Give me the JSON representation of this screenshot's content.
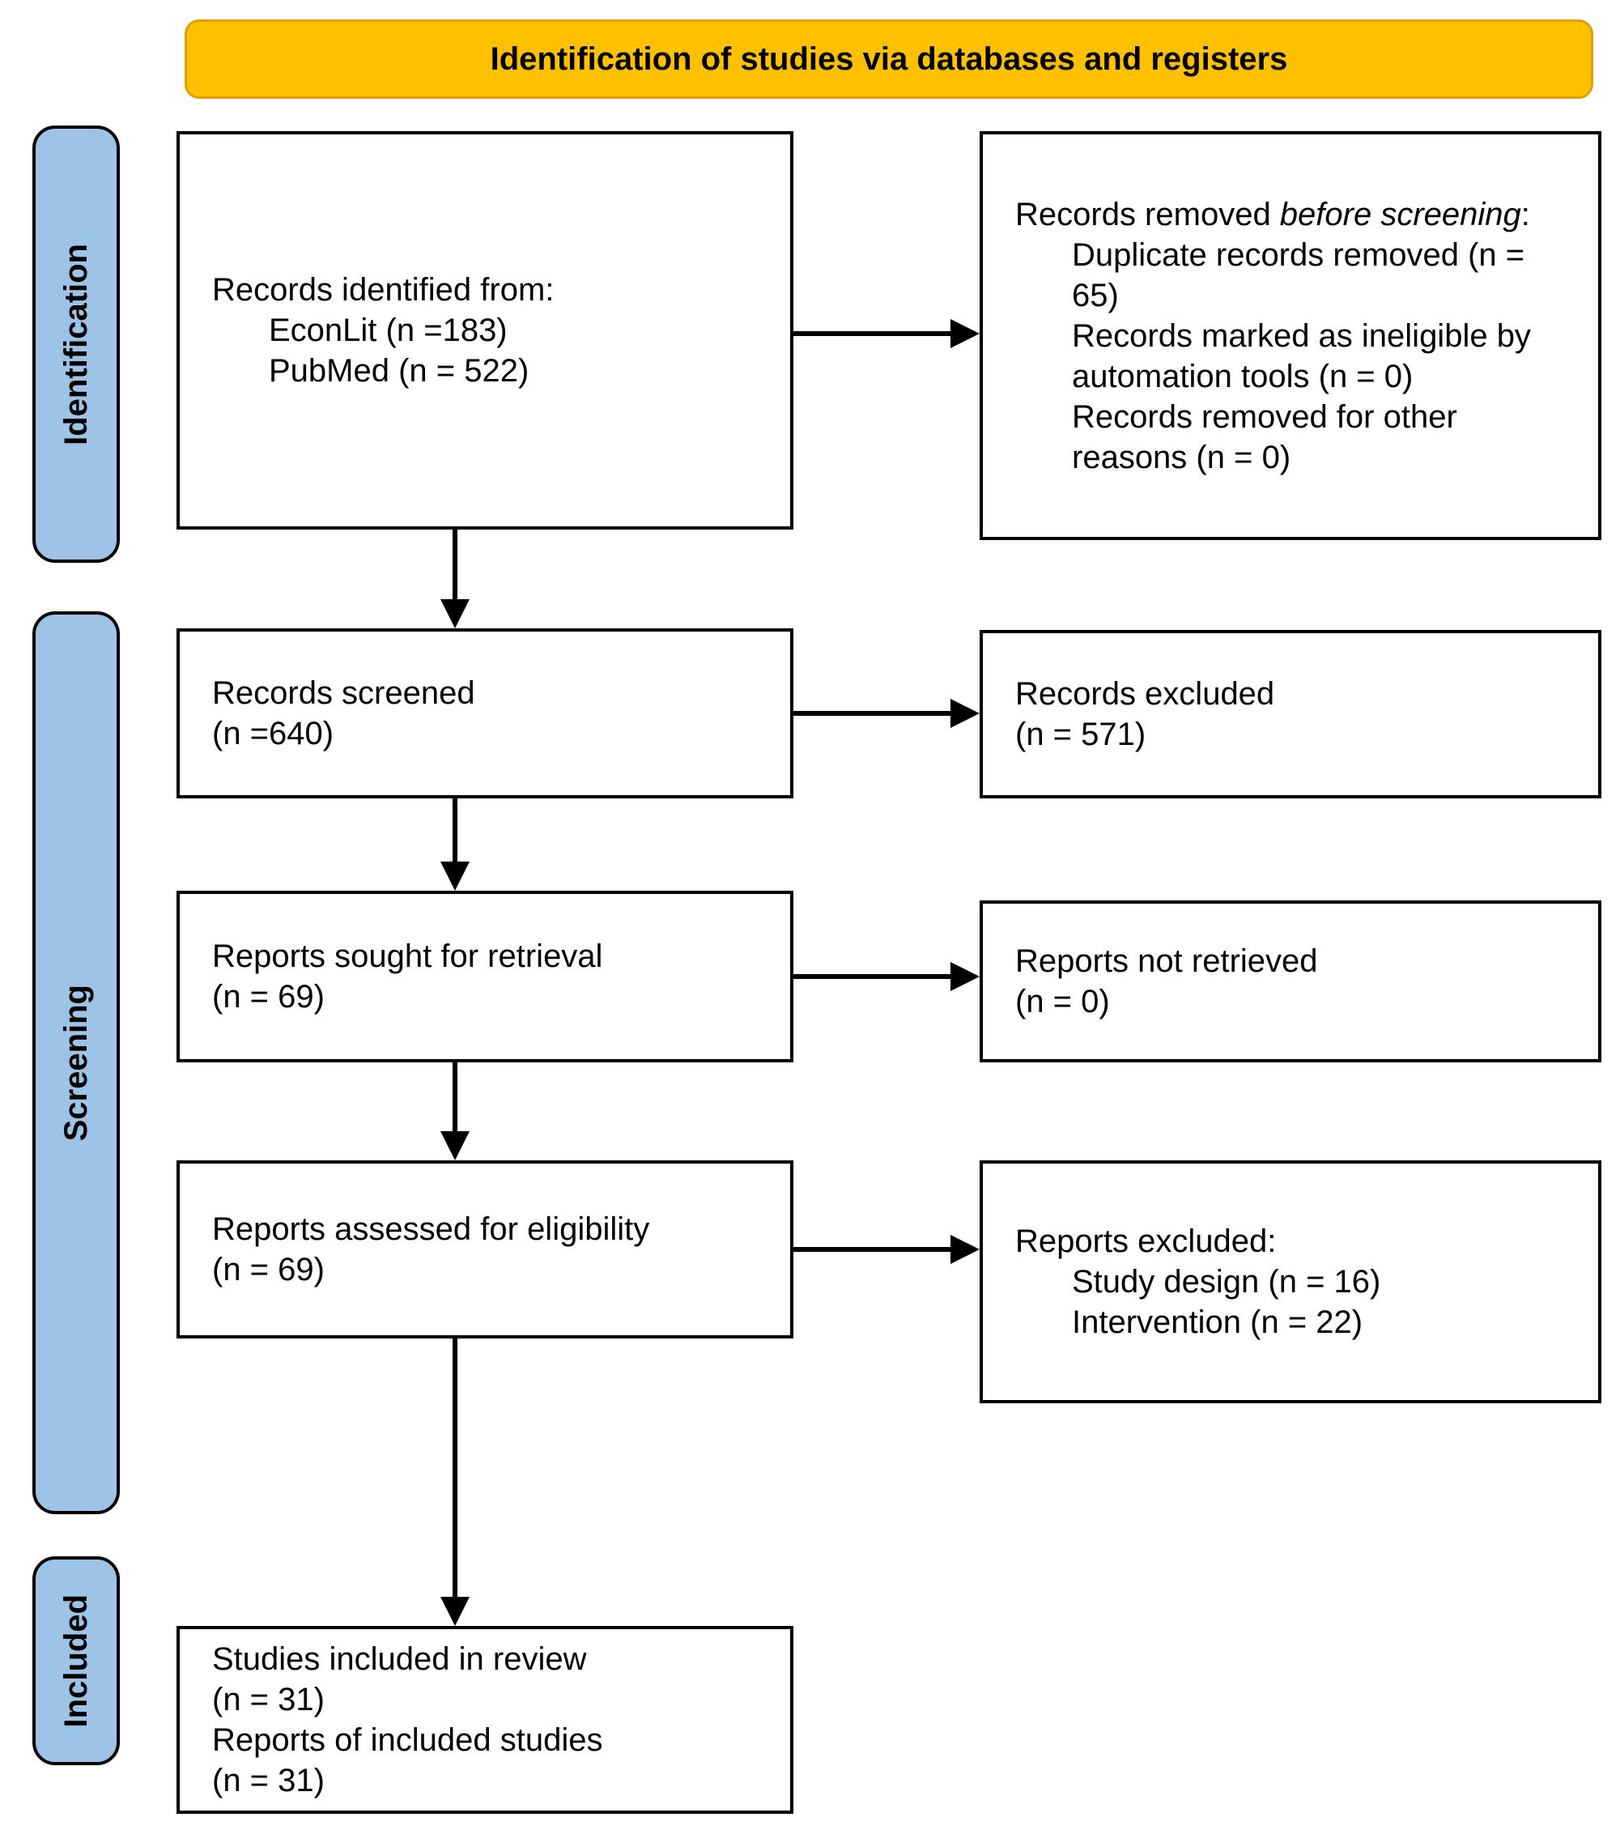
{
  "header": {
    "title": "Identification of studies via databases and registers"
  },
  "colors": {
    "header_bg": "#FFC000",
    "header_border": "#E1A000",
    "stage_bg": "#9DC3E6",
    "box_border": "#000000"
  },
  "sidebar": {
    "items": [
      {
        "label": "Identification"
      },
      {
        "label": "Screening"
      },
      {
        "label": "Included"
      }
    ]
  },
  "boxes": {
    "records_identified": {
      "heading": "Records identified from:",
      "items": [
        "EconLit (n =183)",
        "PubMed (n = 522)"
      ]
    },
    "records_removed": {
      "heading_prefix": "Records removed ",
      "heading_emphasis": "before screening",
      "heading_suffix": ":",
      "items": [
        "Duplicate records removed (n = 65)",
        "Records marked as ineligible by automation tools (n = 0)",
        "Records removed for other reasons (n = 0)"
      ]
    },
    "records_screened": {
      "lines": [
        "Records screened",
        "(n =640)"
      ]
    },
    "records_excluded": {
      "lines": [
        "Records excluded",
        "(n = 571)"
      ]
    },
    "reports_sought": {
      "lines": [
        "Reports sought for retrieval",
        "(n = 69)"
      ]
    },
    "reports_not_retrieved": {
      "lines": [
        "Reports not retrieved",
        "(n = 0)"
      ]
    },
    "reports_assessed": {
      "lines": [
        "Reports assessed for eligibility",
        "(n = 69)"
      ]
    },
    "reports_excluded": {
      "heading": "Reports excluded:",
      "items": [
        "Study design (n = 16)",
        "Intervention (n = 22)"
      ]
    },
    "included_studies": {
      "lines": [
        "Studies included in review",
        "(n = 31)",
        "Reports of included studies",
        "(n = 31)"
      ]
    }
  }
}
